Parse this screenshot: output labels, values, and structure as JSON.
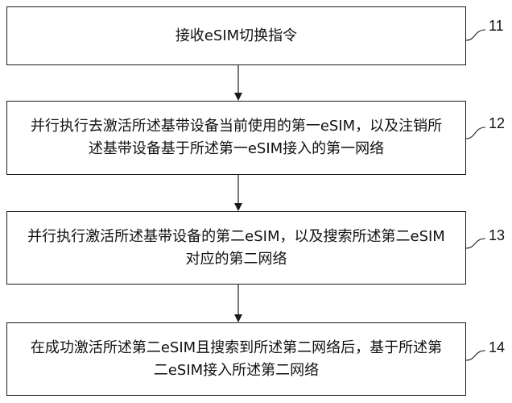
{
  "steps": [
    {
      "id": "11",
      "lines": [
        "接收eSIM切换指令"
      ]
    },
    {
      "id": "12",
      "lines": [
        "并行执行去激活所述基带设备当前使用的第一eSIM，以及注销所",
        "述基带设备基于所述第一eSIM接入的第一网络"
      ]
    },
    {
      "id": "13",
      "lines": [
        "并行执行激活所述基带设备的第二eSIM，以及搜索所述第二eSIM",
        "对应的第二网络"
      ]
    },
    {
      "id": "14",
      "lines": [
        "在成功激活所述第二eSIM且搜索到所述第二网络后，基于所述第",
        "二eSIM接入所述第二网络"
      ]
    }
  ]
}
